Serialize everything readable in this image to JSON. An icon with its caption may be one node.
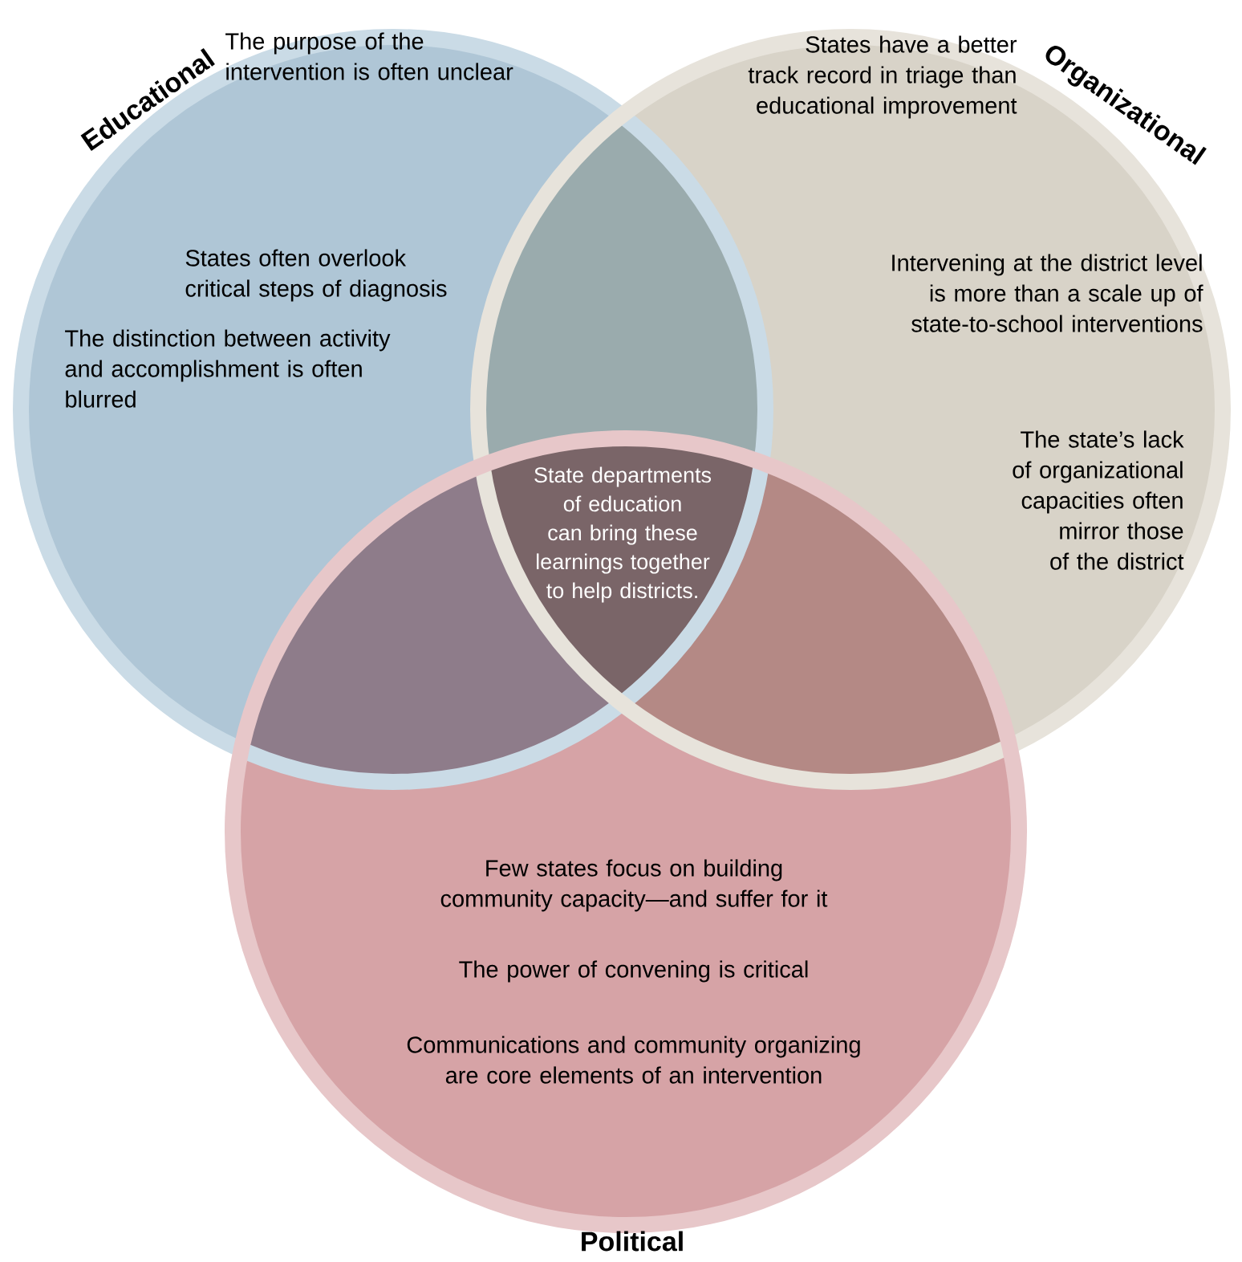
{
  "diagram": {
    "nodes": [
      {
        "text": [
          "Educational",
          "The purpose of the intervention is often unclear",
          "States often overlook critical steps of diagnosis",
          "The distinction between activity and accomplishment is often blurred"
        ]
      },
      {
        "text": [
          "Organizational",
          "States have a better track record in triage than educational improvement",
          "Intervening at the district level is more than a scale up of state-to-school interventions",
          "The state’s lack of organizational capacities often mirror those of the district"
        ]
      },
      {
        "text": [
          "Few states focus on building community capacity—and suffer for it",
          "The power of convening is critical",
          "Communications and community organizing are core elements of an intervention",
          "Political"
        ]
      },
      {
        "text": [
          "State departments of education can bring these learnings together to help districts."
        ]
      }
    ]
  }
}
